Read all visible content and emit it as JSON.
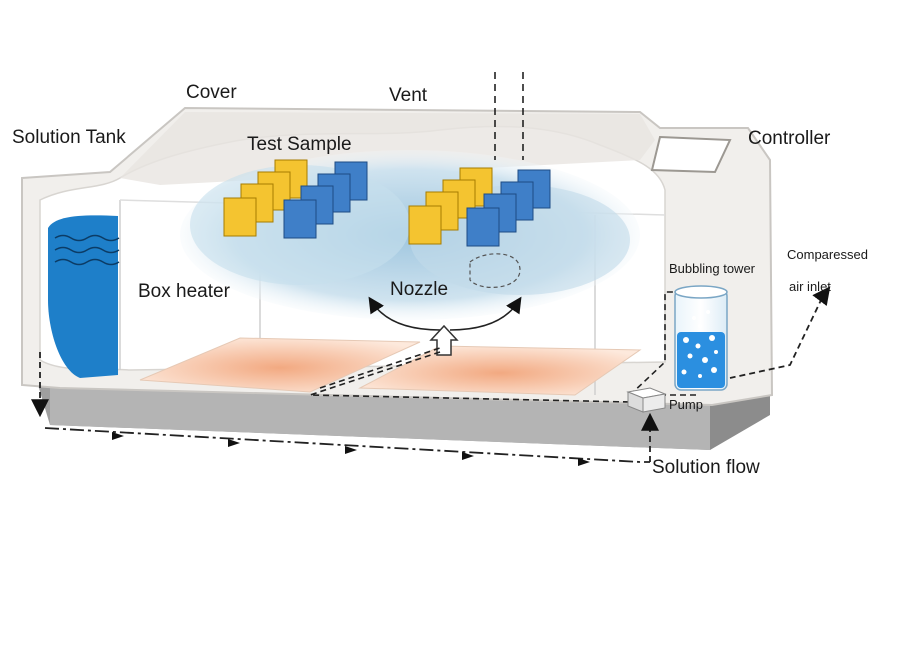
{
  "labels": {
    "cover": "Cover",
    "vent": "Vent",
    "solution_tank": "Solution Tank",
    "test_sample": "Test Sample",
    "controller": "Controller",
    "box_heater": "Box heater",
    "nozzle": "Nozzle",
    "bubbling_tower": "Bubbling tower",
    "compressed_air_inlet_line1": "Comparessed",
    "compressed_air_inlet_line2": "air inlet",
    "pump": "Pump",
    "solution_flow": "Solution flow"
  },
  "colors": {
    "housing": "#f1efec",
    "housing_edge": "#c9c6c2",
    "base": "#a8a8a8",
    "water": "#1e7fc9",
    "sample_yellow": "#f4c430",
    "sample_blue": "#3f7fc8",
    "mist": "#b9d8ea",
    "heater": "#f3b48e",
    "bubble_liquid": "#2b8fe0"
  },
  "icons": [
    "flow-arrow-icon",
    "spray-arrow-icon",
    "bubble-icon"
  ]
}
